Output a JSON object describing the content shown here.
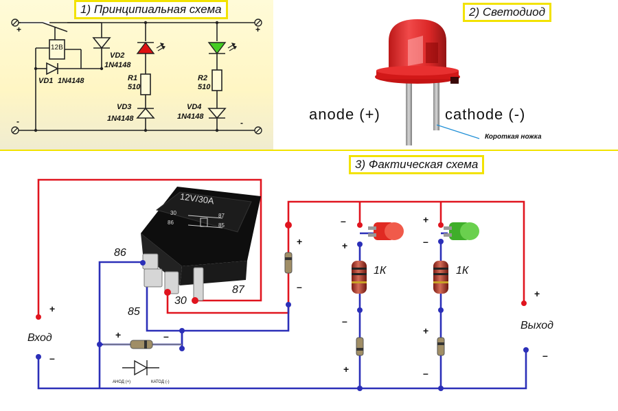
{
  "titles": {
    "schematic": "1) Принципиальная схема",
    "led": "2) Светодиод",
    "actual": "3) Фактическая схема"
  },
  "schematic": {
    "plus": "+",
    "minus": "-",
    "relay_coil": "12В",
    "vd1": "VD1",
    "vd1_part": "1N4148",
    "vd2": "VD2",
    "vd2_part": "1N4148",
    "vd3": "VD3",
    "vd3_part": "1N4148",
    "vd4": "VD4",
    "vd4_part": "1N4148",
    "r1": "R1",
    "r1_val": "510",
    "r2": "R2",
    "r2_val": "510",
    "led_red_color": "#dd1111",
    "led_green_color": "#44cc22"
  },
  "led": {
    "anode": "anode (+)",
    "cathode": "cathode (-)",
    "short_leg": "Короткая ножка",
    "body_color": "#d91c1c"
  },
  "actual": {
    "relay_rating": "12V/30A",
    "relay_pin_30": "30",
    "relay_pin_87": "87",
    "relay_pin_86": "86",
    "relay_pin_85": "85",
    "pin_86": "86",
    "pin_85": "85",
    "pin_30": "30",
    "pin_87": "87",
    "input": "Вход",
    "output": "Выход",
    "r_left": "1К",
    "r_right": "1К",
    "diode_anode": "АНОД (+)",
    "diode_cathode": "КАТОД (-)",
    "plus": "+",
    "minus": "–",
    "wire_red": "#e0141e",
    "wire_blue": "#2b2fb8"
  }
}
